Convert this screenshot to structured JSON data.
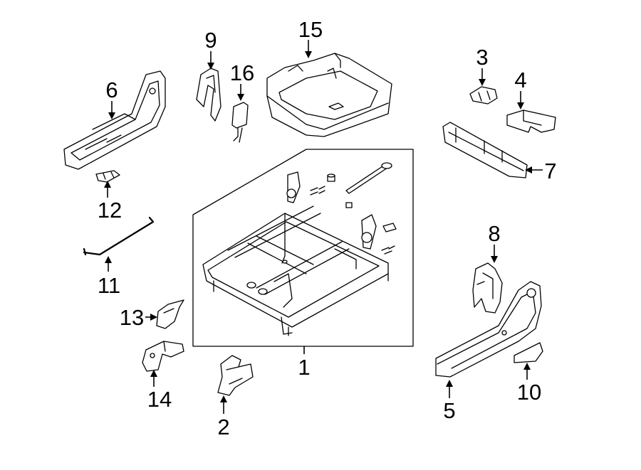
{
  "callouts": [
    {
      "id": "1",
      "text": "1"
    },
    {
      "id": "2",
      "text": "2"
    },
    {
      "id": "3",
      "text": "3"
    },
    {
      "id": "4",
      "text": "4"
    },
    {
      "id": "5",
      "text": "5"
    },
    {
      "id": "6",
      "text": "6"
    },
    {
      "id": "7",
      "text": "7"
    },
    {
      "id": "8",
      "text": "8"
    },
    {
      "id": "9",
      "text": "9"
    },
    {
      "id": "10",
      "text": "10"
    },
    {
      "id": "11",
      "text": "11"
    },
    {
      "id": "12",
      "text": "12"
    },
    {
      "id": "13",
      "text": "13"
    },
    {
      "id": "14",
      "text": "14"
    },
    {
      "id": "15",
      "text": "15"
    },
    {
      "id": "16",
      "text": "16"
    }
  ],
  "colors": {
    "line": "#000000",
    "fill": "#ffffff",
    "shade": "#d9d9d9"
  }
}
